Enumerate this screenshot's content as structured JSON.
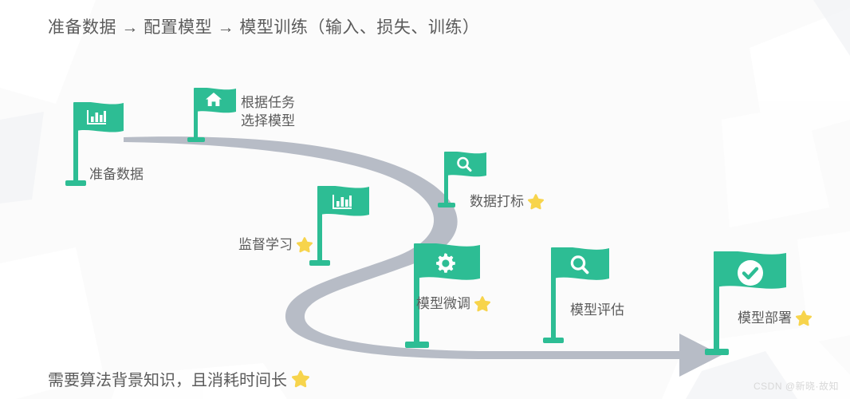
{
  "page": {
    "title": "准备数据 → 配置模型 → 模型训练（输入、损失、训练）",
    "footnote": "需要算法背景知识，且消耗时间长",
    "watermark": "CSDN @新晓·故知"
  },
  "colors": {
    "flag_green": "#2dbd94",
    "road_gray": "#b7bcc6",
    "star_yellow": "#f7d44c",
    "text_gray": "#5b5b5b",
    "background": "#fbfbfb"
  },
  "steps": [
    {
      "id": "prepare-data",
      "label": "准备数据",
      "icon": "bar-chart-icon",
      "star": false,
      "caption_lines": [
        "准备数据"
      ]
    },
    {
      "id": "select-model",
      "label": "根据任务选择模型",
      "icon": "home-icon",
      "star": false,
      "caption_lines": [
        "根据任务",
        "选择模型"
      ]
    },
    {
      "id": "data-labeling",
      "label": "数据打标",
      "icon": "search-icon",
      "star": true,
      "caption_lines": [
        "数据打标"
      ]
    },
    {
      "id": "supervised-learning",
      "label": "监督学习",
      "icon": "bar-chart-icon",
      "star": true,
      "caption_lines": [
        "监督学习"
      ]
    },
    {
      "id": "model-finetune",
      "label": "模型微调",
      "icon": "gear-icon",
      "star": true,
      "caption_lines": [
        "模型微调"
      ]
    },
    {
      "id": "model-evaluation",
      "label": "模型评估",
      "icon": "search-icon",
      "star": false,
      "caption_lines": [
        "模型评估"
      ]
    },
    {
      "id": "model-deployment",
      "label": "模型部署",
      "icon": "check-circle-icon",
      "star": true,
      "caption_lines": [
        "模型部署"
      ]
    }
  ]
}
